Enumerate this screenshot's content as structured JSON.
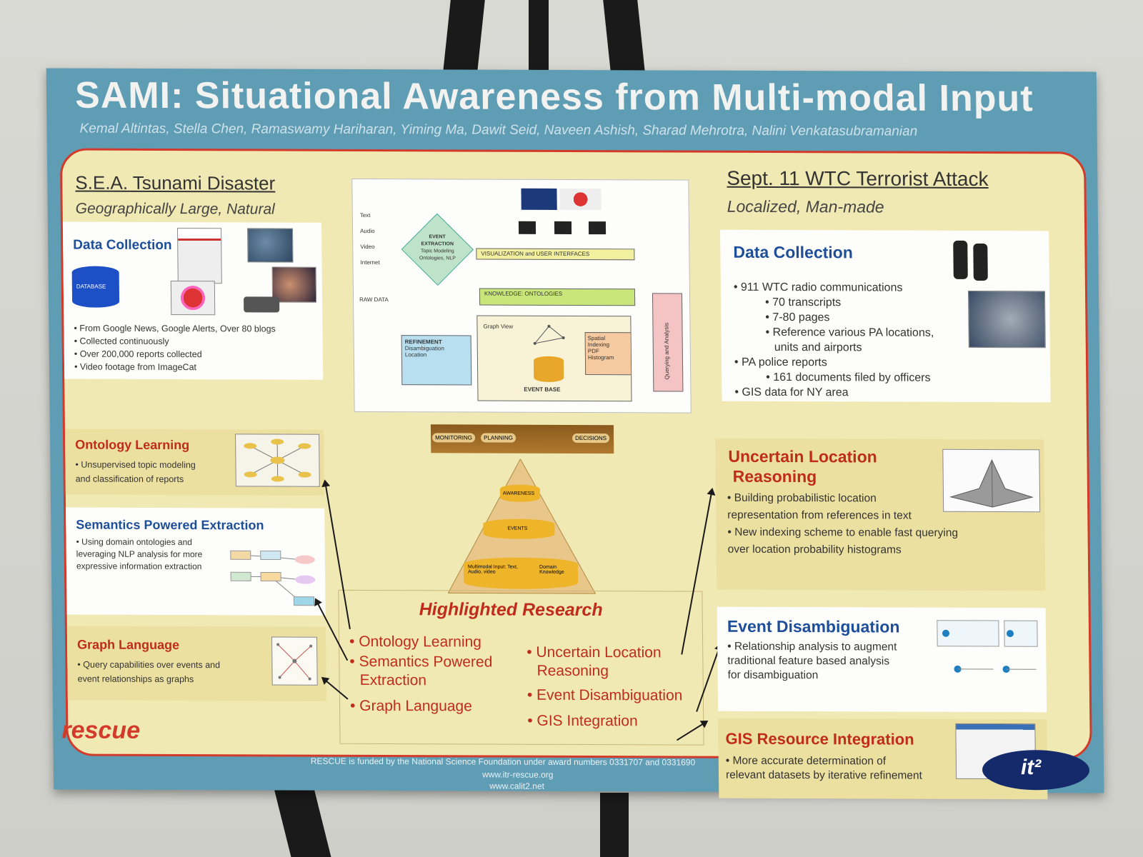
{
  "poster": {
    "title": "SAMI: Situational Awareness from Multi-modal Input",
    "authors": "Kemal Altintas, Stella Chen, Ramaswamy Hariharan, Yiming Ma, Dawit Seid, Naveen Ashish, Sharad Mehrotra, Nalini Venkatasubramanian"
  },
  "left_case": {
    "heading": "S.E.A. Tsunami Disaster",
    "subheading": "Geographically Large, Natural"
  },
  "right_case": {
    "heading": "Sept. 11 WTC Terrorist Attack",
    "subheading": "Localized, Man-made"
  },
  "left_data_collection": {
    "title": "Data Collection",
    "db_label": "DATABASE",
    "bullets": [
      "• From Google News, Google Alerts, Over 80 blogs",
      "• Collected continuously",
      "• Over 200,000 reports collected",
      "• Video footage from ImageCat"
    ]
  },
  "ontology_learning": {
    "title": "Ontology Learning",
    "bullets": [
      "• Unsupervised topic modeling",
      "and classification of reports"
    ]
  },
  "semantics_extraction": {
    "title": "Semantics Powered Extraction",
    "bullets": [
      "• Using domain ontologies and",
      "leveraging NLP analysis for more",
      "expressive information extraction"
    ]
  },
  "graph_language": {
    "title": "Graph Language",
    "bullets": [
      "• Query capabilities over events and",
      "event relationships as graphs"
    ]
  },
  "architecture": {
    "inputs": [
      "Text",
      "Audio",
      "Video",
      "Internet"
    ],
    "raw_data": "RAW DATA",
    "event_extraction": [
      "EVENT",
      "EXTRACTION",
      "Topic Modeling",
      "Ontologies, NLP"
    ],
    "visualization": "VISUALIZATION and USER INTERFACES",
    "knowledge": "KNOWLEDGE: ONTOLOGIES",
    "refinement": [
      "REFINEMENT",
      "Disambiguation",
      "Location"
    ],
    "graph_view": "Graph View",
    "spatial": [
      "Spatial",
      "Indexing",
      "PDF",
      "Histogram"
    ],
    "event_base": "EVENT BASE",
    "querying": "Querying and Analysis"
  },
  "pyramid": {
    "bar": [
      "MONITORING",
      "PLANNING",
      "DECISIONS"
    ],
    "levels": [
      "AWARENESS",
      "EVENTS"
    ],
    "base_left": "Multimodal Input: Text, Audio, video",
    "base_right": "Domain Knowledge"
  },
  "highlighted": {
    "title": "Highlighted Research",
    "left": [
      "• Ontology Learning",
      "• Semantics Powered",
      "Extraction",
      "• Graph Language"
    ],
    "right": [
      "• Uncertain Location",
      "Reasoning",
      "• Event Disambiguation",
      "• GIS Integration"
    ]
  },
  "right_data_collection": {
    "title": "Data Collection",
    "bullets": [
      {
        "text": "• 911 WTC radio communications",
        "level": 1
      },
      {
        "text": "• 70 transcripts",
        "level": 2
      },
      {
        "text": "• 7-80 pages",
        "level": 2
      },
      {
        "text": "• Reference various PA locations,",
        "level": 2
      },
      {
        "text": "units and airports",
        "level": 2
      },
      {
        "text": "• PA police reports",
        "level": 1
      },
      {
        "text": "• 161 documents filed by officers",
        "level": 2
      },
      {
        "text": "• GIS data for NY area",
        "level": 1
      }
    ]
  },
  "uncertain_location": {
    "title_1": "Uncertain Location",
    "title_2": "Reasoning",
    "bullets": [
      "• Building probabilistic location",
      "representation from references in text",
      "• New indexing scheme to enable fast querying",
      "over location probability histograms"
    ]
  },
  "event_disambiguation": {
    "title": "Event Disambiguation",
    "bullets": [
      "• Relationship analysis to augment",
      "traditional feature based analysis",
      "for disambiguation"
    ]
  },
  "gis_integration": {
    "title": "GIS Resource Integration",
    "bullets": [
      "• More accurate determination of",
      "relevant datasets by iterative refinement"
    ]
  },
  "footer": {
    "lines": [
      "RESCUE is funded by the National Science Foundation under award numbers 0331707 and 0331690",
      "www.itr-rescue.org",
      "www.calit2.net"
    ],
    "logo_left": "rescue",
    "logo_right": "it²"
  },
  "colors": {
    "poster_blue": "#5f9db5",
    "panel_yellow": "#f1e9b4",
    "border_red": "#d33a2a",
    "title_blue": "#1d4e9a",
    "title_red": "#c02c1c"
  }
}
